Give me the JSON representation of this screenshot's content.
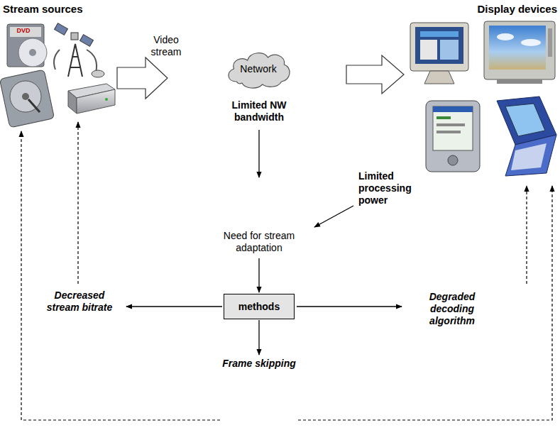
{
  "diagram": {
    "nodes": [
      {
        "text": [
          "Network"
        ]
      },
      {
        "text": [
          "methods"
        ]
      }
    ],
    "labels": [
      "DVD",
      "Stream sources",
      "Display devices",
      "Video stream",
      "Limited NW bandwidth",
      "Limited processing power",
      "Need for stream adaptation",
      "Decreased stream bitrate",
      "Degraded decoding algorithm",
      "Frame skipping"
    ]
  }
}
